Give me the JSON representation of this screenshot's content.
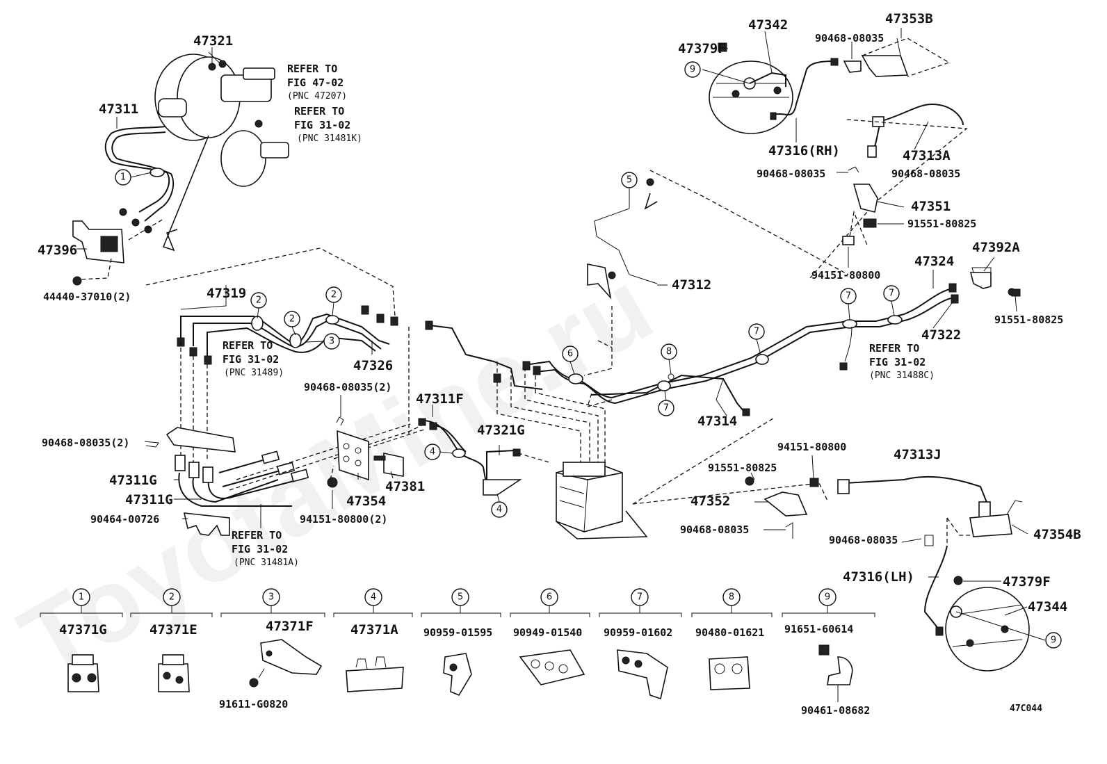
{
  "watermark": "ToyotaMine.ru",
  "diagram_code": "47C044",
  "labels": {
    "l47321": "47321",
    "l47311": "47311",
    "l47396": "47396",
    "l44440": "44440-37010(2)",
    "l47319": "47319",
    "l47326": "47326",
    "l90468_2a": "90468-08035(2)",
    "l90468_2b": "90468-08035(2)",
    "l47311F": "47311F",
    "l47311G_a": "47311G",
    "l47311G_b": "47311G",
    "l90464": "90464-00726",
    "l47354": "47354",
    "l47381": "47381",
    "l94151_2": "94151-80800(2)",
    "l47321G": "47321G",
    "l47312": "47312",
    "l47314": "47314",
    "l47342": "47342",
    "l47353B": "47353B",
    "l47379F_top": "47379F",
    "l90468_top": "90468-08035",
    "l47316RH": "47316(RH)",
    "l47313A": "47313A",
    "l90468_mid1": "90468-08035",
    "l90468_mid2": "90468-08035",
    "l47351": "47351",
    "l91551_a": "91551-80825",
    "l94151_a": "94151-80800",
    "l47324": "47324",
    "l47392A": "47392A",
    "l47322": "47322",
    "l91551_b": "91551-80825",
    "l94151_b": "94151-80800",
    "l91551_c": "91551-80825",
    "l47352": "47352",
    "l90468_low": "90468-08035",
    "l47313J": "47313J",
    "l90468_lh": "90468-08035",
    "l47354B": "47354B",
    "l47316LH": "47316(LH)",
    "l47379F_low": "47379F",
    "l47344": "47344"
  },
  "references": [
    {
      "line1": "REFER TO",
      "line2": "FIG 47-02",
      "line3": "(PNC 47207)"
    },
    {
      "line1": "REFER TO",
      "line2": "FIG 31-02",
      "line3": "(PNC 31481K)"
    },
    {
      "line1": "REFER TO",
      "line2": "FIG 31-02",
      "line3": "(PNC 31489)"
    },
    {
      "line1": "REFER TO",
      "line2": "FIG 31-02",
      "line3": "(PNC 31481A)"
    },
    {
      "line1": "REFER TO",
      "line2": "FIG 31-02",
      "line3": "(PNC 31488C)"
    }
  ],
  "clamps": [
    {
      "num": "1",
      "part": "47371G"
    },
    {
      "num": "2",
      "part": "47371E"
    },
    {
      "num": "3",
      "part": "47371F",
      "sub": "91611-G0820"
    },
    {
      "num": "4",
      "part": "47371A"
    },
    {
      "num": "5",
      "part": "90959-01595"
    },
    {
      "num": "6",
      "part": "90949-01540"
    },
    {
      "num": "7",
      "part": "90959-01602"
    },
    {
      "num": "8",
      "part": "90480-01621"
    },
    {
      "num": "9",
      "part": "91651-60614",
      "sub": "90461-08682"
    }
  ],
  "callouts": {
    "c1": "1",
    "c2a": "2",
    "c2b": "2",
    "c2c": "2",
    "c3": "3",
    "c4a": "4",
    "c4b": "4",
    "c5": "5",
    "c6": "6",
    "c7a": "7",
    "c7b": "7",
    "c7c": "7",
    "c7d": "7",
    "c8": "8",
    "c9a": "9",
    "c9b": "9"
  }
}
